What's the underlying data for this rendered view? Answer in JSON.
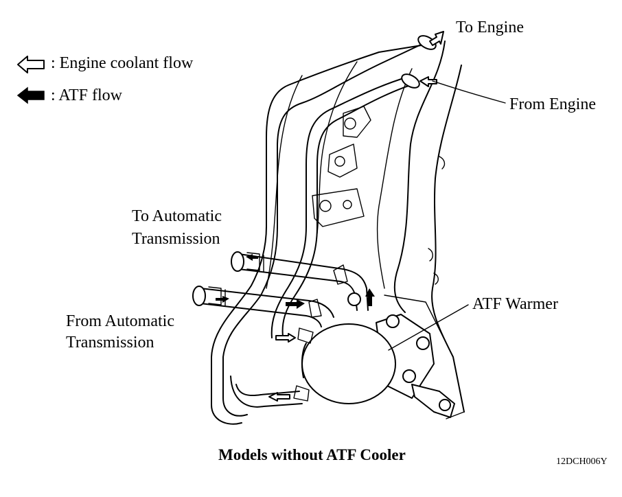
{
  "legend": {
    "coolant_label": ": Engine coolant flow",
    "atf_label": ": ATF flow",
    "coolant_icon": "hollow-arrow-left-icon",
    "atf_icon": "solid-arrow-left-icon"
  },
  "labels": {
    "to_engine": "To Engine",
    "from_engine": "From Engine",
    "to_at_line1": "To Automatic",
    "to_at_line2": "Transmission",
    "from_at_line1": "From Automatic",
    "from_at_line2": "Transmission",
    "atf_warmer": "ATF Warmer"
  },
  "caption": "Models without ATF Cooler",
  "figure_code": "12DCH006Y"
}
